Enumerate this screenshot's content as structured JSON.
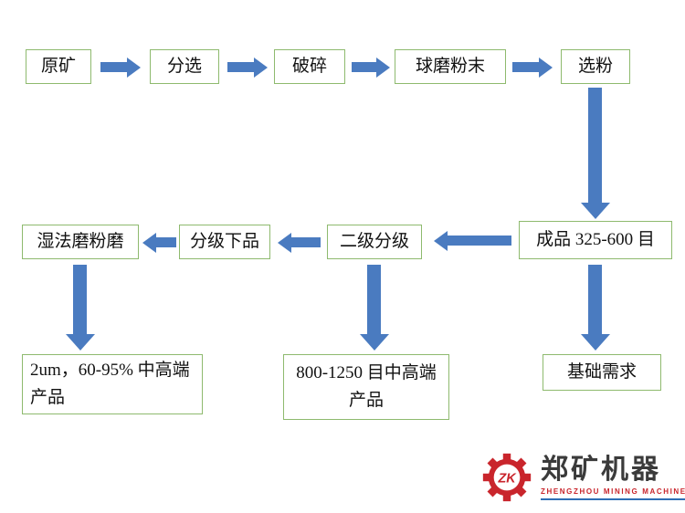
{
  "flow": {
    "top": [
      {
        "label": "原矿"
      },
      {
        "label": "分选"
      },
      {
        "label": "破碎"
      },
      {
        "label": "球磨粉末"
      },
      {
        "label": "选粉"
      }
    ],
    "middle": [
      {
        "label": "成品 325-600 目"
      },
      {
        "label": "二级分级"
      },
      {
        "label": "分级下品"
      },
      {
        "label": "湿法磨粉磨"
      }
    ],
    "bottom": [
      {
        "label": "2um，60-95% 中高端产品"
      },
      {
        "label": "800-1250 目中高端产品"
      },
      {
        "label": "基础需求"
      }
    ]
  },
  "logo": {
    "monogram": "ZK",
    "company_name": "郑矿机器",
    "company_subtitle": "ZHENGZHOU MINING MACHINERY"
  },
  "colors": {
    "box_border_green": "#8eba6e",
    "arrow_blue": "#4a7bc0",
    "logo_red": "#c9252c",
    "logo_text_gray": "#3b3b3b",
    "logo_line_blue": "#2f6eb5"
  }
}
